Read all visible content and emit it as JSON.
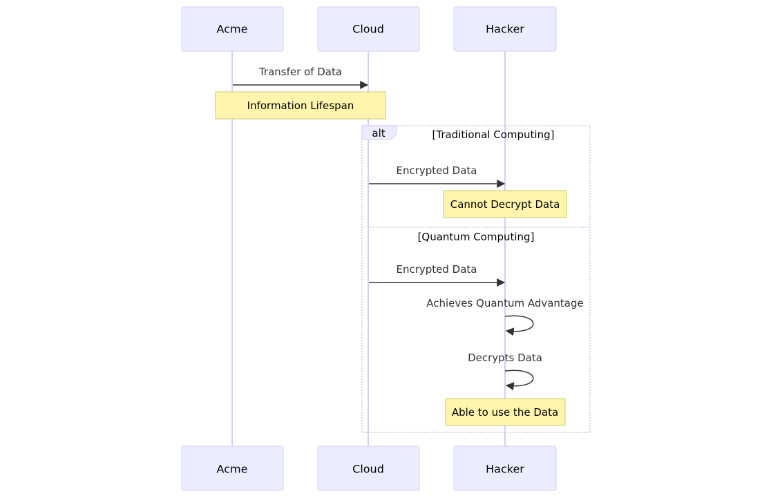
{
  "actors": [
    {
      "id": "acme",
      "label": "Acme"
    },
    {
      "id": "cloud",
      "label": "Cloud"
    },
    {
      "id": "hacker",
      "label": "Hacker"
    }
  ],
  "messages": [
    {
      "from": "acme",
      "to": "cloud",
      "label": "Transfer of Data"
    },
    {
      "from": "cloud",
      "to": "hacker",
      "label": "Encrypted Data"
    },
    {
      "from": "cloud",
      "to": "hacker",
      "label": "Encrypted Data"
    },
    {
      "from": "hacker",
      "to": "hacker",
      "label": "Achieves Quantum Advantage"
    },
    {
      "from": "hacker",
      "to": "hacker",
      "label": "Decrypts Data"
    }
  ],
  "notes": [
    {
      "label": "Information Lifespan"
    },
    {
      "label": "Cannot Decrypt Data"
    },
    {
      "label": "Able to use the Data"
    }
  ],
  "fragment": {
    "kind": "alt",
    "sections": [
      {
        "condition": "[Traditional Computing]"
      },
      {
        "condition": "[Quantum Computing]"
      }
    ]
  },
  "colors": {
    "actor_fill": "#ececff",
    "note_fill": "#fff5ad",
    "lifeline": "#cfcff5",
    "arrow": "#333333"
  }
}
